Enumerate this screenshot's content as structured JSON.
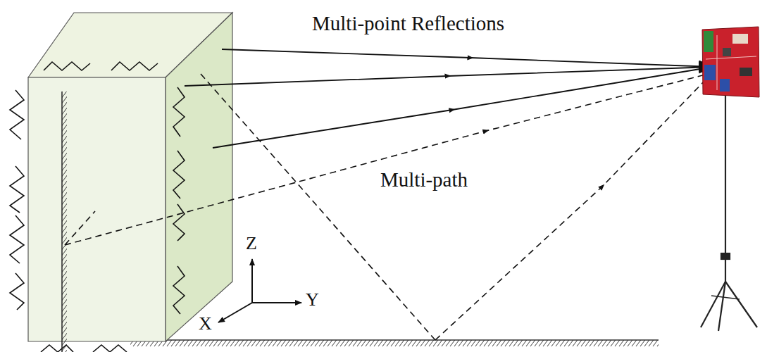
{
  "diagram": {
    "labels": [
      "Multi-point Reflections",
      "Multi-path",
      "Z",
      "Y",
      "X"
    ]
  }
}
